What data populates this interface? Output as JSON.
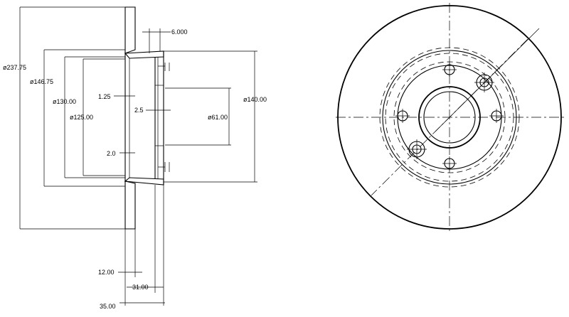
{
  "dimensions": {
    "outer_diameter": "ø237.75",
    "hat_outer_diameter": "ø146.75",
    "bore_130": "ø130.00",
    "bore_125": "ø125.00",
    "pcd": "ø140.00",
    "center_hole": "ø61.00",
    "width_6": "6.000",
    "dim_125": "1.25",
    "dim_25": "2.5",
    "dim_20": "2.0",
    "thickness": "12.00",
    "height_31": "31.00",
    "height_35": "35.00"
  },
  "colors": {
    "line": "#000000",
    "background": "#ffffff"
  }
}
